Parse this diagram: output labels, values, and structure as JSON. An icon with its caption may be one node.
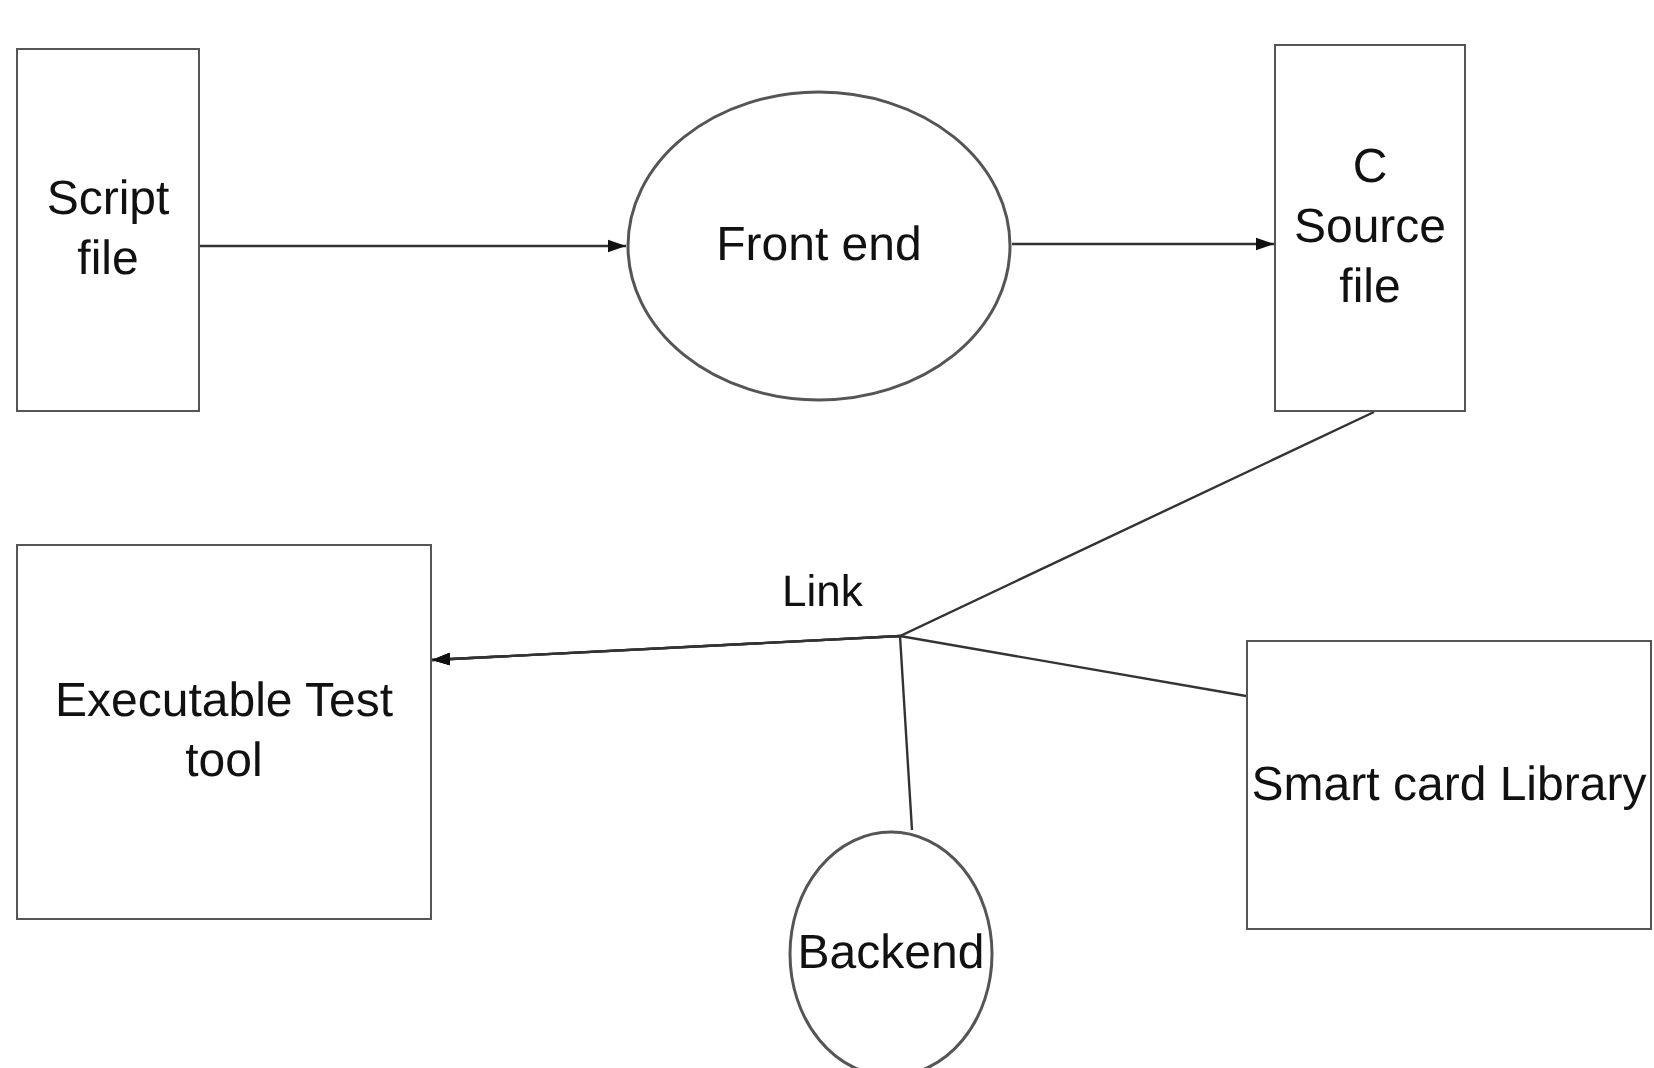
{
  "diagram": {
    "nodes": [
      {
        "text": [
          "Script file"
        ]
      },
      {
        "text": [
          "Front end"
        ]
      },
      {
        "text": [
          "C Source file"
        ]
      },
      {
        "text": [
          "Executable Test tool"
        ]
      },
      {
        "text": [
          "Smart card Library"
        ]
      },
      {
        "text": [
          "Backend"
        ]
      }
    ],
    "edges": [
      {
        "from": 0,
        "to": 1,
        "arrow": "to"
      },
      {
        "from": 1,
        "to": 2,
        "arrow": "to"
      },
      {
        "from": 2,
        "to": 3,
        "arrow": "to"
      },
      {
        "from": 4,
        "to": 3,
        "arrow": "to"
      },
      {
        "from": 5,
        "to": 3,
        "arrow": "to"
      }
    ],
    "labels": [
      "Link"
    ]
  }
}
